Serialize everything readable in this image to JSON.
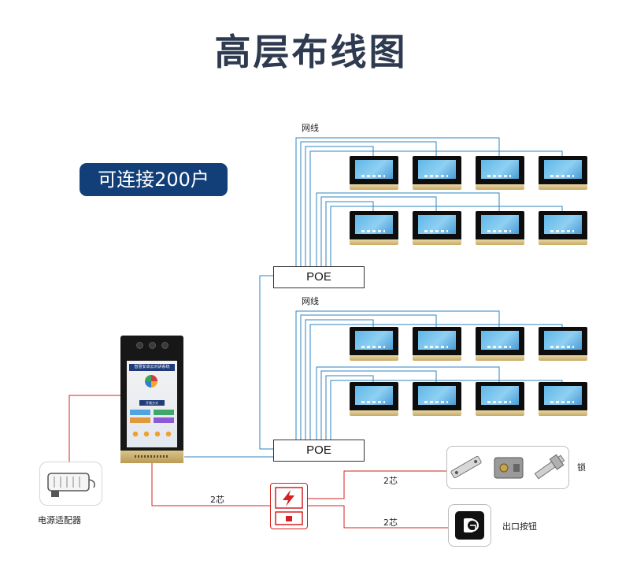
{
  "title": "高层布线图",
  "badge": "可连接200户",
  "labels": {
    "network_cable_top": "网线",
    "network_cable_bottom": "网线",
    "power_adapter": "电源适配器",
    "lock": "锁",
    "exit_button": "出口按钮",
    "two_core_power": "2芯",
    "two_core_lock": "2芯",
    "two_core_exit": "2芯"
  },
  "poe": {
    "top": "POE",
    "bottom": "POE"
  },
  "outdoor_panel": {
    "header_text": "智慧安卓云对讲系统",
    "unlock_text": "开锁方式"
  },
  "monitor_groups": [
    {
      "rows": 2,
      "per_row": 4
    },
    {
      "rows": 2,
      "per_row": 4
    }
  ],
  "colors": {
    "title": "#2e3a4f",
    "badge_bg": "#123f78",
    "network_wire": "#2e86c1",
    "power_wire": "#d42020",
    "monitor_trim": "#c8aa64"
  }
}
